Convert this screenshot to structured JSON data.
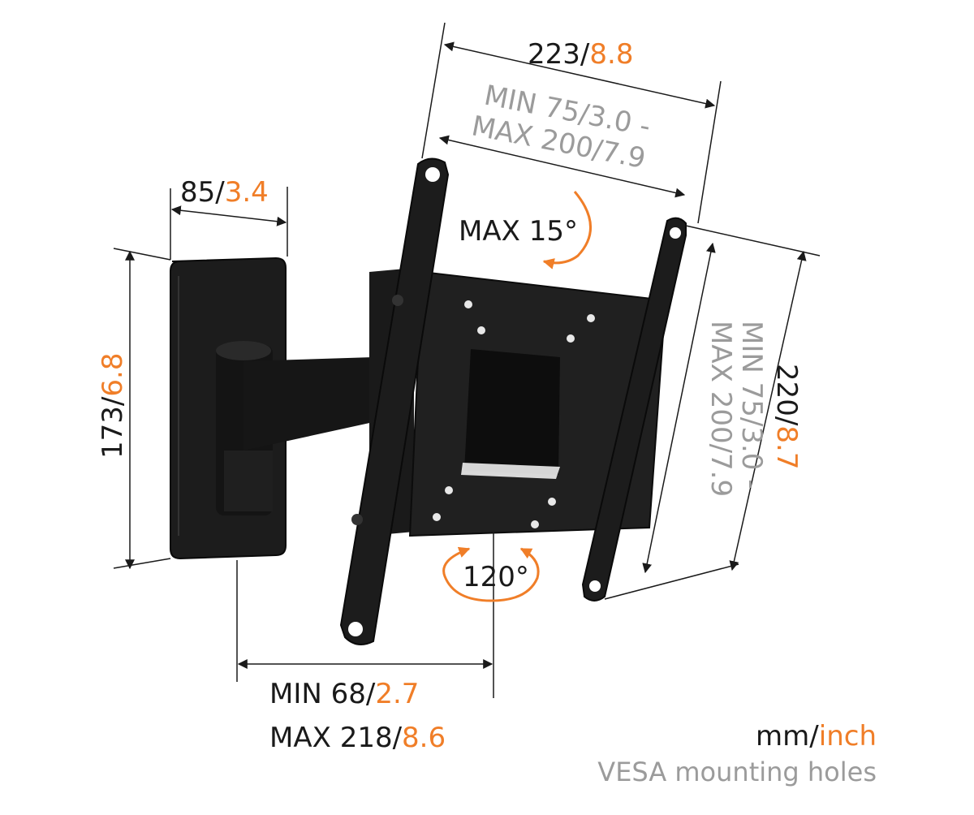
{
  "colors": {
    "accent": "#f07e28",
    "text": "#1a1a1a",
    "gray_text": "#9b9b9b",
    "product": "#1b1b1b"
  },
  "dimensions": {
    "top_width": {
      "mm": "223",
      "inch": "8.8"
    },
    "vesa_width": {
      "line1": "MIN 75/3.0 -",
      "line2": "MAX 200/7.9"
    },
    "wall_plate_width": {
      "mm": "85",
      "inch": "3.4"
    },
    "wall_plate_height": {
      "mm": "173",
      "inch": "6.8"
    },
    "tilt": "MAX 15°",
    "swivel": "120°",
    "right_height": {
      "mm": "220",
      "inch": "8.7"
    },
    "vesa_height": {
      "line1": "MIN 75/3.0 -",
      "line2": "MAX 200/7.9"
    },
    "extension": {
      "min_label": "MIN 68/",
      "min_inch": "2.7",
      "max_label": "MAX 218/",
      "max_inch": "8.6"
    }
  },
  "legend": {
    "unit_mm": "mm/",
    "unit_inch": "inch",
    "vesa_note": "VESA mounting holes"
  }
}
